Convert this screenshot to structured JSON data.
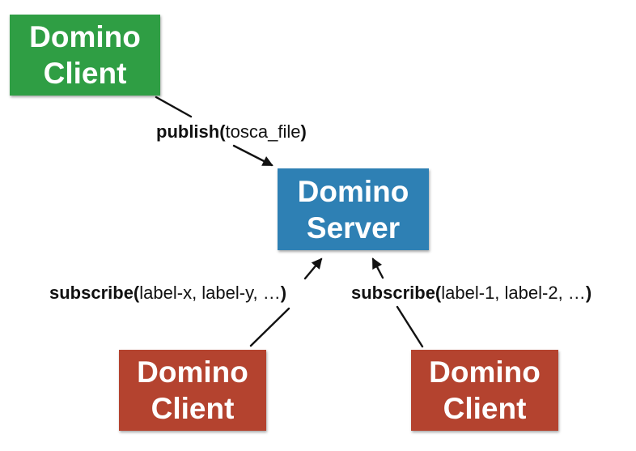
{
  "diagram": {
    "background_color": "#ffffff",
    "line_color": "#121212",
    "nodes": [
      {
        "id": "domino-client-top",
        "line1": "Domino",
        "line2": "Client",
        "color": "#2F9E44",
        "text_color": "#ffffff"
      },
      {
        "id": "domino-server",
        "line1": "Domino",
        "line2": "Server",
        "color": "#2E80B4",
        "text_color": "#ffffff"
      },
      {
        "id": "domino-client-bottom-left",
        "line1": "Domino",
        "line2": "Client",
        "color": "#B4432F",
        "text_color": "#ffffff"
      },
      {
        "id": "domino-client-bottom-right",
        "line1": "Domino",
        "line2": "Client",
        "color": "#B4432F",
        "text_color": "#ffffff"
      }
    ],
    "edges": [
      {
        "from": "domino-client-top",
        "to": "domino-server",
        "label": {
          "method": "publish(",
          "args": "tosca_file",
          "close": ")"
        }
      },
      {
        "from": "domino-client-bottom-left",
        "to": "domino-server",
        "label": {
          "method": "subscribe(",
          "args": "label-x, label-y, …",
          "close": ")"
        }
      },
      {
        "from": "domino-client-bottom-right",
        "to": "domino-server",
        "label": {
          "method": "subscribe(",
          "args": "label-1, label-2, …",
          "close": ")"
        }
      }
    ]
  }
}
